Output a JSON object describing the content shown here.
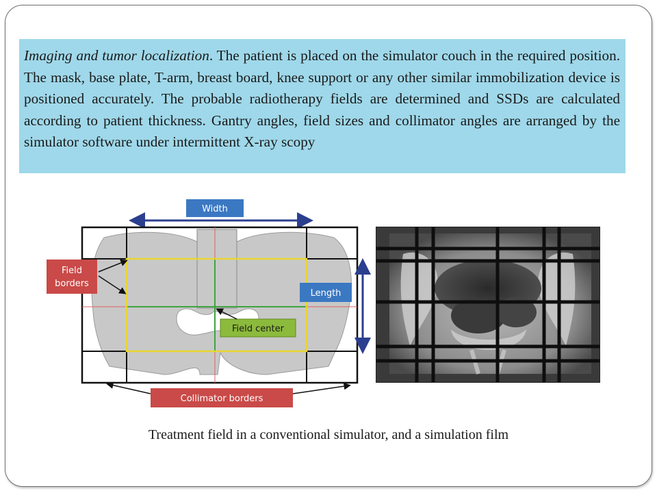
{
  "paragraph": {
    "lead": "Imaging and tumor localization",
    "body": ". The patient is placed on the simulator couch in the required position. The mask, base plate, T-arm, breast board, knee support or any other similar immobilization device is positioned accurately. The probable radiotherapy fields are determined and SSDs are calculated according to patient thickness. Gantry angles, field sizes and collimator angles are arranged by the simulator software under intermittent X-ray scopy"
  },
  "diagram": {
    "labels": {
      "width": "Width",
      "length": "Length",
      "field_borders_line1": "Field",
      "field_borders_line2": "borders",
      "field_center": "Field center",
      "collimator_borders": "Collimator borders"
    },
    "colors": {
      "blue_label": "#3b78c2",
      "red_label": "#c94a48",
      "green_label": "#8cba3c",
      "field_border": "#e8d630",
      "crosshair_green": "#3fa33f",
      "crosshair_red": "#e06060",
      "arrow": "#2b3f8f",
      "patient_outline": "#c8c8c8"
    }
  },
  "caption": "Treatment field in a conventional simulator, and a simulation film"
}
